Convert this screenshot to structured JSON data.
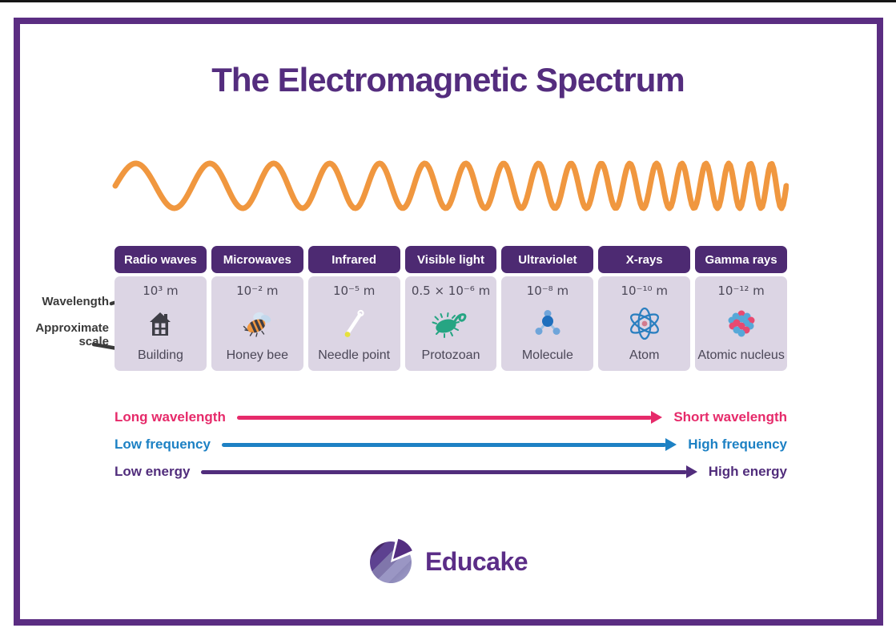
{
  "title": "The Electromagnetic Spectrum",
  "annotations": {
    "wavelength_label": "Wavelength",
    "scale_label_line1": "Approximate",
    "scale_label_line2": "scale"
  },
  "spectrum": {
    "bands": [
      {
        "name": "Radio waves",
        "wavelength": "10³ m",
        "scale": "Building",
        "icon": "building-icon"
      },
      {
        "name": "Microwaves",
        "wavelength": "10⁻² m",
        "scale": "Honey bee",
        "icon": "bee-icon"
      },
      {
        "name": "Infrared",
        "wavelength": "10⁻⁵ m",
        "scale": "Needle point",
        "icon": "needle-icon"
      },
      {
        "name": "Visible light",
        "wavelength": "0.5 × 10⁻⁶ m",
        "scale": "Protozoan",
        "icon": "protozoan-icon"
      },
      {
        "name": "Ultraviolet",
        "wavelength": "10⁻⁸ m",
        "scale": "Molecule",
        "icon": "molecule-icon"
      },
      {
        "name": "X-rays",
        "wavelength": "10⁻¹⁰ m",
        "scale": "Atom",
        "icon": "atom-icon"
      },
      {
        "name": "Gamma rays",
        "wavelength": "10⁻¹² m",
        "scale": "Atomic nucleus",
        "icon": "nucleus-icon"
      }
    ]
  },
  "arrows": [
    {
      "left": "Long wavelength",
      "right": "Short wavelength",
      "color": "#e62a6a"
    },
    {
      "left": "Low frequency",
      "right": "High frequency",
      "color": "#1d81c4"
    },
    {
      "left": "Low energy",
      "right": "High energy",
      "color": "#512d7c"
    }
  ],
  "logo": {
    "text": "Educake"
  },
  "colors": {
    "frame": "#5b2d82",
    "title": "#542d7e",
    "band_header_bg": "#4d2a72",
    "band_header_text": "#ffffff",
    "band_cell_bg": "#dcd5e4",
    "band_cell_text": "#4b4757",
    "wave": "#f0973f",
    "annotation_text": "#3a3a3a",
    "logo_text": "#5b2d87"
  }
}
